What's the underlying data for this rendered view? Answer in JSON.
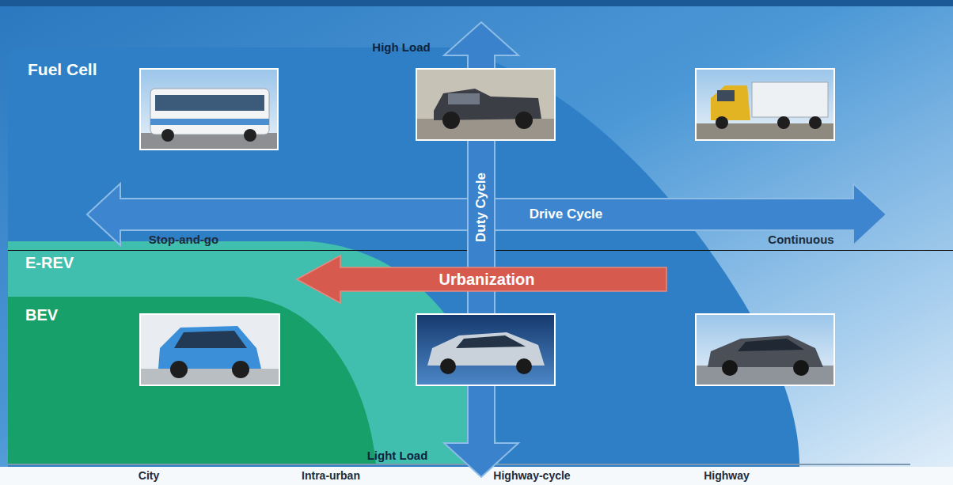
{
  "diagram": {
    "nodes": [
      {
        "text": [
          "Fuel Cell"
        ]
      },
      {
        "text": [
          "E-REV"
        ],
        "in": 0
      },
      {
        "text": [
          "BEV"
        ],
        "in": 1
      }
    ],
    "labels": [
      "High Load",
      "Duty Cycle",
      "Drive Cycle",
      "Stop-and-go",
      "Continuous",
      "Urbanization",
      "Light Load",
      "City",
      "Intra-urban",
      "Highway-cycle",
      "Highway"
    ]
  }
}
